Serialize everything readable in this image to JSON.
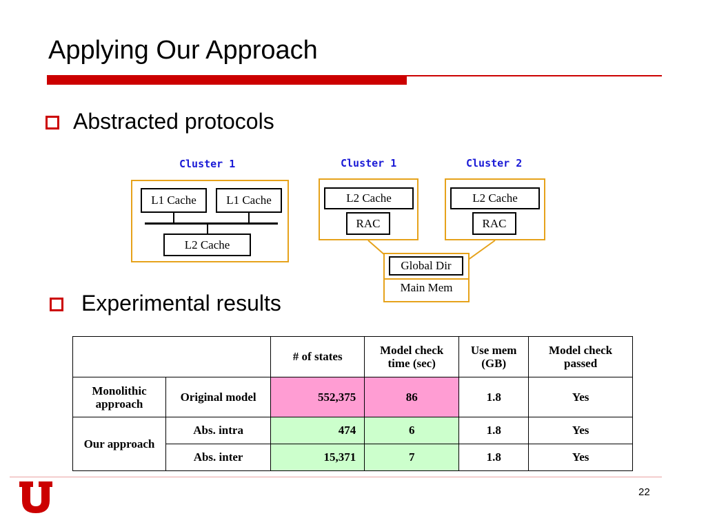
{
  "slide": {
    "title": "Applying Our Approach",
    "page_number": "22"
  },
  "bullets": [
    {
      "text": "Abstracted protocols"
    },
    {
      "text": "Experimental results"
    }
  ],
  "diagram": {
    "left_cluster": {
      "label": "Cluster 1",
      "l1_left": "L1 Cache",
      "l1_right": "L1 Cache",
      "l2": "L2 Cache"
    },
    "cluster1": {
      "label": "Cluster 1",
      "l2": "L2 Cache",
      "rac": "RAC"
    },
    "cluster2": {
      "label": "Cluster 2",
      "l2": "L2 Cache",
      "rac": "RAC"
    },
    "global_dir": "Global Dir",
    "main_mem": "Main Mem"
  },
  "table": {
    "headers": [
      "",
      "# of states",
      "Model check time (sec)",
      "Use mem (GB)",
      "Model check passed"
    ],
    "groups": [
      {
        "label": "Monolithic approach",
        "rows": [
          {
            "model": "Original model",
            "states": "552,375",
            "time": "86",
            "mem": "1.8",
            "passed": "Yes"
          }
        ]
      },
      {
        "label": "Our approach",
        "rows": [
          {
            "model": "Abs. intra",
            "states": "474",
            "time": "6",
            "mem": "1.8",
            "passed": "Yes"
          },
          {
            "model": "Abs. inter",
            "states": "15,371",
            "time": "7",
            "mem": "1.8",
            "passed": "Yes"
          }
        ]
      }
    ]
  },
  "colors": {
    "accent_red": "#cc0000",
    "cluster_border": "#e6a21a",
    "cluster_label": "#1a1ad6",
    "highlight_pink": "#ff9dd3",
    "highlight_green": "#ccffcc"
  },
  "icons": {
    "logo": "university-u-logo",
    "bullet": "hollow-square-bullet"
  }
}
